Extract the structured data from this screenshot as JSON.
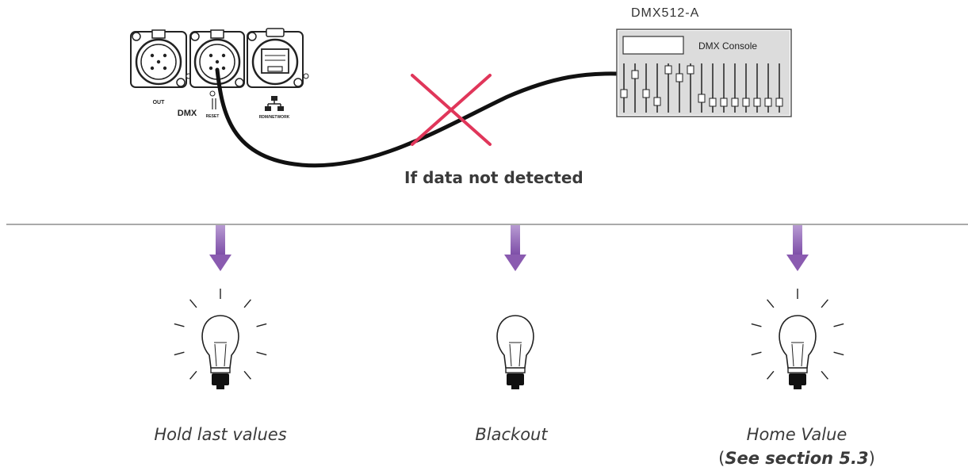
{
  "connectors": {
    "out_label": "OUT",
    "dmx_label": "DMX",
    "reset_label": "RESET",
    "rdm_label": "RDM/NETWORK"
  },
  "console": {
    "protocol": "DMX512-A",
    "label": "DMX Console"
  },
  "condition": "If data not detected",
  "outcomes": [
    {
      "label": "Hold last values",
      "icon": "lightbulb-lit-icon"
    },
    {
      "label": "Blackout",
      "icon": "lightbulb-off-icon"
    },
    {
      "label": "Home Value",
      "note_open": "(",
      "note_bold": "See section 5.3",
      "note_close": ")",
      "icon": "lightbulb-lit-icon"
    }
  ],
  "colors": {
    "arrow": "#8a5bb0",
    "cross": "#e0365a",
    "cable": "#111111"
  }
}
